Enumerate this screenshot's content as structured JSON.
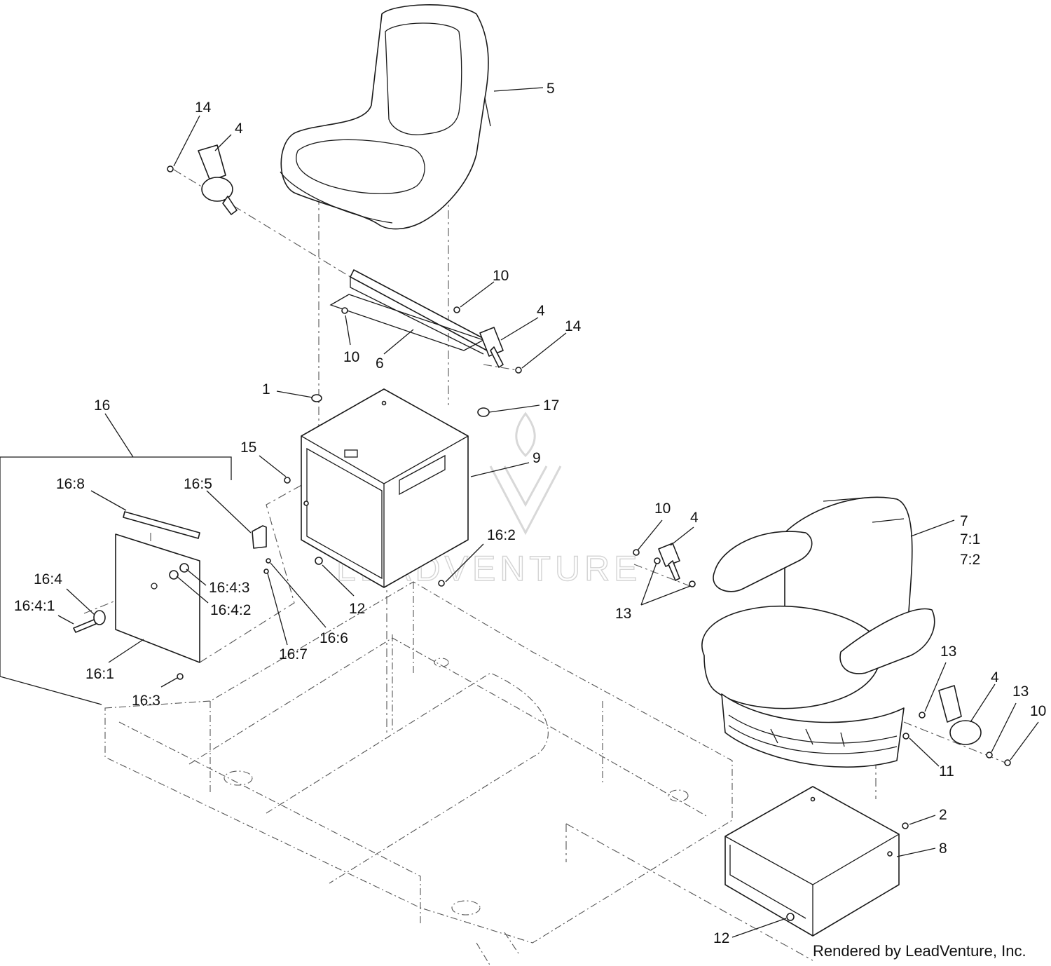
{
  "watermark": {
    "text": "LEADVENTURE"
  },
  "credit": "Rendered by LeadVenture, Inc.",
  "callouts": [
    "5",
    "14",
    "4",
    "10",
    "10",
    "6",
    "4",
    "14",
    "1",
    "17",
    "16",
    "15",
    "9",
    "16:8",
    "16:5",
    "16:2",
    "12",
    "16:4:3",
    "16:4",
    "16:4:2",
    "16:4:1",
    "16:7",
    "16:6",
    "16:1",
    "16:3",
    "10",
    "4",
    "7",
    "7:1",
    "7:2",
    "13",
    "13",
    "4",
    "13",
    "10",
    "11",
    "2",
    "8",
    "12"
  ]
}
